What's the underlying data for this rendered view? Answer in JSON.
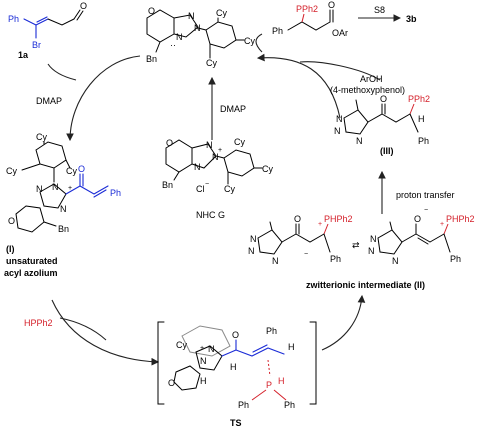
{
  "compound_1a": {
    "label": "1a",
    "ph": "Ph",
    "br": "Br",
    "o": "O"
  },
  "reagents": {
    "dmap_left": "DMAP",
    "dmap_center": "DMAP",
    "s8": "S8",
    "product": "3b",
    "aroh_line1": "ArOH",
    "aroh_line2": "(4-methoxyphenol)",
    "hpph2": "HPPh2",
    "proton_transfer": "proton transfer"
  },
  "intermediates": {
    "acyl_azolium_id": "(I)",
    "acyl_azolium_line1": "unsaturated",
    "acyl_azolium_line2": "acyl azolium",
    "zwitterion": "zwitterionic intermediate (II)",
    "enolate_id": "(III)",
    "ts": "TS",
    "nhc": "NHC G"
  },
  "atoms": {
    "cy": "Cy",
    "bn": "Bn",
    "ph": "Ph",
    "pph2": "PPh2",
    "pph2_plus": "PHPh2",
    "cl": "Cl",
    "n": "N",
    "o": "O",
    "h": "H",
    "p": "P",
    "oar": "OAr",
    "plus": "+",
    "minus": "−"
  }
}
